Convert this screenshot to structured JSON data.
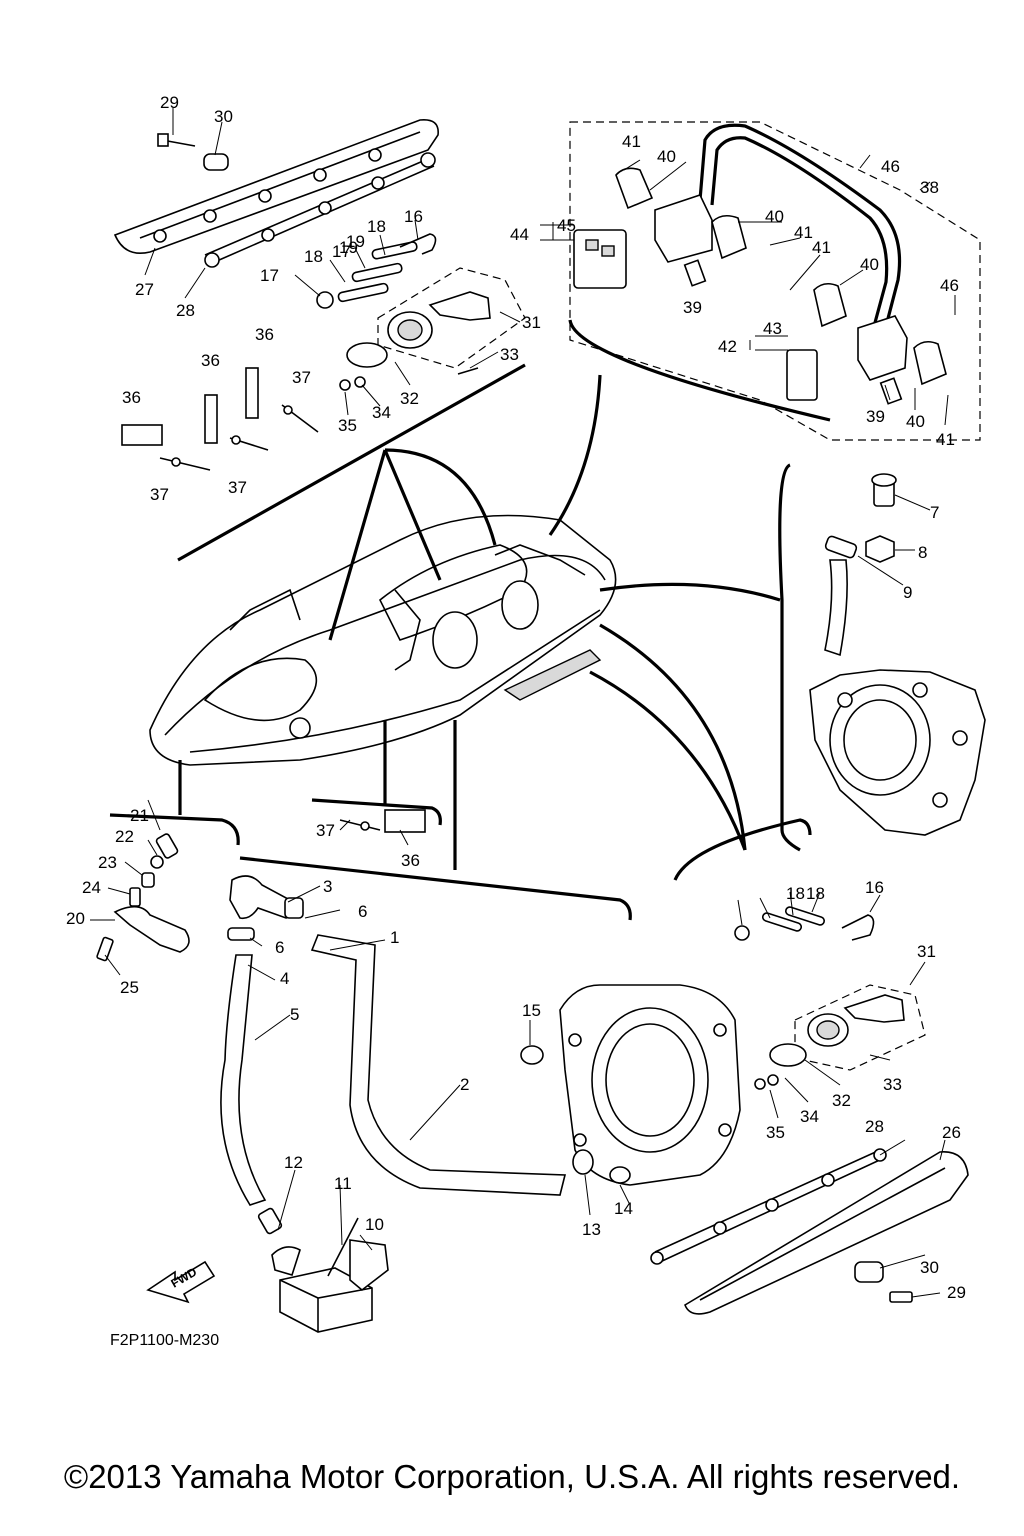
{
  "diagram": {
    "part_labels": [
      "1",
      "2",
      "3",
      "4",
      "5",
      "6",
      "6",
      "7",
      "8",
      "9",
      "10",
      "11",
      "12",
      "13",
      "14",
      "15",
      "16",
      "16",
      "17",
      "17",
      "18",
      "18",
      "18",
      "18",
      "19",
      "19",
      "20",
      "21",
      "22",
      "23",
      "24",
      "25",
      "26",
      "27",
      "28",
      "28",
      "29",
      "29",
      "30",
      "30",
      "31",
      "31",
      "32",
      "32",
      "33",
      "33",
      "34",
      "34",
      "35",
      "35",
      "36",
      "36",
      "36",
      "36",
      "37",
      "37",
      "37",
      "37",
      "38",
      "39",
      "39",
      "40",
      "40",
      "40",
      "40",
      "41",
      "41",
      "41",
      "41",
      "42",
      "43",
      "44",
      "45",
      "46",
      "46"
    ],
    "drawing_code": "F2P1100-M230",
    "fwd_arrow_text": "FWD"
  },
  "footer": {
    "copyright": "©2013 Yamaha Motor Corporation, U.S.A. All rights reserved."
  }
}
